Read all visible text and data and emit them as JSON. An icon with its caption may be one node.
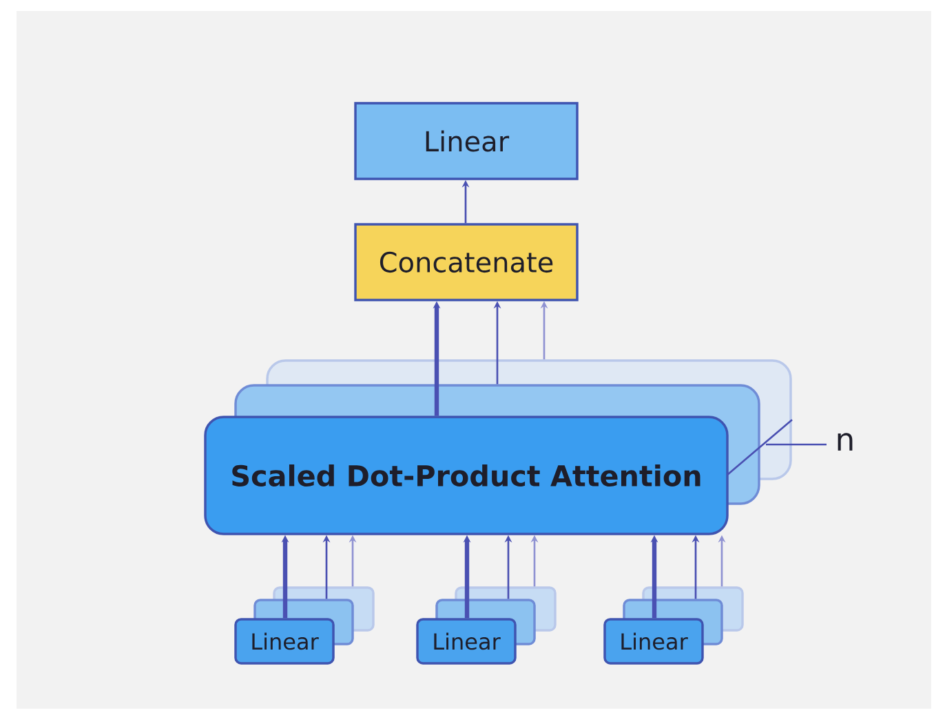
{
  "diagram": {
    "nodes": [
      {
        "text": [
          "Linear"
        ]
      },
      {
        "text": [
          "Concatenate"
        ]
      },
      {
        "text": [
          "**Scaled Dot-Product Attention**"
        ]
      },
      {
        "text": [
          "Linear"
        ]
      },
      {
        "text": [
          "Linear"
        ]
      },
      {
        "text": [
          "Linear"
        ]
      }
    ],
    "edges": [
      {
        "from": 1,
        "to": 0,
        "arrow": "to"
      },
      {
        "from": 2,
        "to": 1,
        "arrow": "to",
        "style": "thick"
      },
      {
        "from": 2,
        "to": 1,
        "arrow": "to"
      },
      {
        "from": 2,
        "to": 1,
        "arrow": "to",
        "color": "#8f92d2"
      },
      {
        "from": 3,
        "to": 2,
        "arrow": "to",
        "style": "thick"
      },
      {
        "from": 3,
        "to": 2,
        "arrow": "to"
      },
      {
        "from": 3,
        "to": 2,
        "arrow": "to",
        "color": "#8f92d2"
      },
      {
        "from": 4,
        "to": 2,
        "arrow": "to",
        "style": "thick"
      },
      {
        "from": 4,
        "to": 2,
        "arrow": "to"
      },
      {
        "from": 4,
        "to": 2,
        "arrow": "to",
        "color": "#8f92d2"
      },
      {
        "from": 5,
        "to": 2,
        "arrow": "to",
        "style": "thick"
      },
      {
        "from": 5,
        "to": 2,
        "arrow": "to"
      },
      {
        "from": 5,
        "to": 2,
        "arrow": "to",
        "color": "#8f92d2"
      }
    ],
    "labels": [
      "n"
    ]
  }
}
